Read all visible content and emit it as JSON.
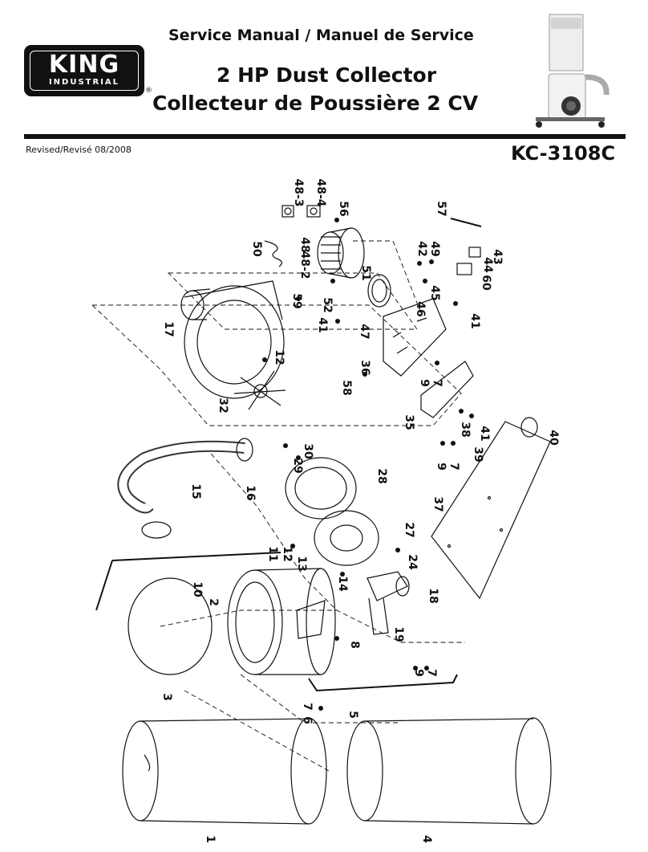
{
  "header": {
    "logo_text": "KING",
    "logo_subtext": "INDUSTRIAL",
    "registered_mark": "®",
    "service_manual": "Service Manual / Manuel de Service",
    "title_en": "2 HP Dust Collector",
    "title_fr": "Collecteur de Poussière 2 CV",
    "revision": "Revised/Revisé 08/2008",
    "model": "KC-3108C"
  },
  "diagram": {
    "part_labels": [
      "48-3",
      "48-4",
      "56",
      "57",
      "48",
      "50",
      "42",
      "49",
      "43",
      "44",
      "48-2",
      "51",
      "60",
      "59",
      "52",
      "45",
      "46",
      "41",
      "41",
      "17",
      "47",
      "36",
      "12",
      "58",
      "9",
      "7",
      "32",
      "35",
      "38",
      "41",
      "30",
      "40",
      "29",
      "9",
      "7",
      "39",
      "15",
      "16",
      "28",
      "37",
      "27",
      "11",
      "24",
      "13",
      "12",
      "14",
      "10",
      "18",
      "2",
      "8",
      "19",
      "9",
      "7",
      "3",
      "6",
      "7",
      "5",
      "1",
      "4"
    ]
  }
}
